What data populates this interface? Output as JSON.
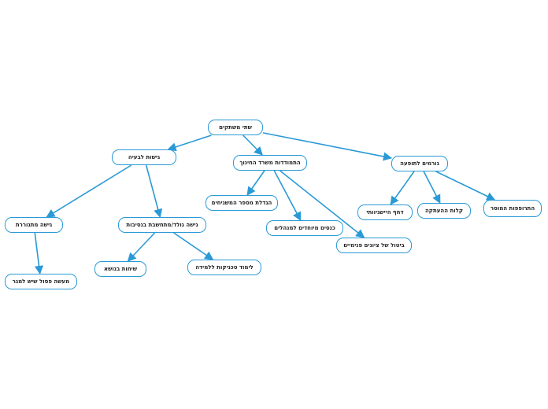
{
  "diagram": {
    "nodes": [
      {
        "id": "root",
        "label": "שתי משתקים"
      },
      {
        "id": "approaches",
        "label": "גישות לבעיה"
      },
      {
        "id": "ministry",
        "label": "התמודדות משרד החינוך"
      },
      {
        "id": "causes",
        "label": "גורמים לתופעה"
      },
      {
        "id": "behavioral",
        "label": "גישה מתגוררת"
      },
      {
        "id": "cognitive",
        "label": "גישה גולד/מתחשבת בנסיבות"
      },
      {
        "id": "treatments",
        "label": "הגדלת מספר המשגיחים"
      },
      {
        "id": "constitution",
        "label": "כנסים מיוחדים למנהלים"
      },
      {
        "id": "cancel-grades",
        "label": "ביטול של ציונים פנימיים"
      },
      {
        "id": "shame",
        "label": "דחף היישגיוותי"
      },
      {
        "id": "ease",
        "label": "קלות ההעתקה"
      },
      {
        "id": "culture",
        "label": "התרופפות המוסר"
      },
      {
        "id": "punishment",
        "label": "מעשה פסול שיש למגר"
      },
      {
        "id": "knowledge",
        "label": "שיחות בנושא"
      },
      {
        "id": "learning-skills",
        "label": "לימוד טכניקות ללמידה"
      }
    ],
    "edges": [
      {
        "from": "root",
        "to": "approaches"
      },
      {
        "from": "root",
        "to": "ministry"
      },
      {
        "from": "root",
        "to": "causes"
      },
      {
        "from": "approaches",
        "to": "behavioral"
      },
      {
        "from": "approaches",
        "to": "cognitive"
      },
      {
        "from": "ministry",
        "to": "treatments"
      },
      {
        "from": "ministry",
        "to": "constitution"
      },
      {
        "from": "ministry",
        "to": "cancel-grades"
      },
      {
        "from": "causes",
        "to": "shame"
      },
      {
        "from": "causes",
        "to": "ease"
      },
      {
        "from": "causes",
        "to": "culture"
      },
      {
        "from": "behavioral",
        "to": "punishment"
      },
      {
        "from": "cognitive",
        "to": "knowledge"
      },
      {
        "from": "cognitive",
        "to": "learning-skills"
      }
    ],
    "colors": {
      "line": "#2a9ad6",
      "border": "#2a9ad6",
      "text": "#222222"
    }
  }
}
